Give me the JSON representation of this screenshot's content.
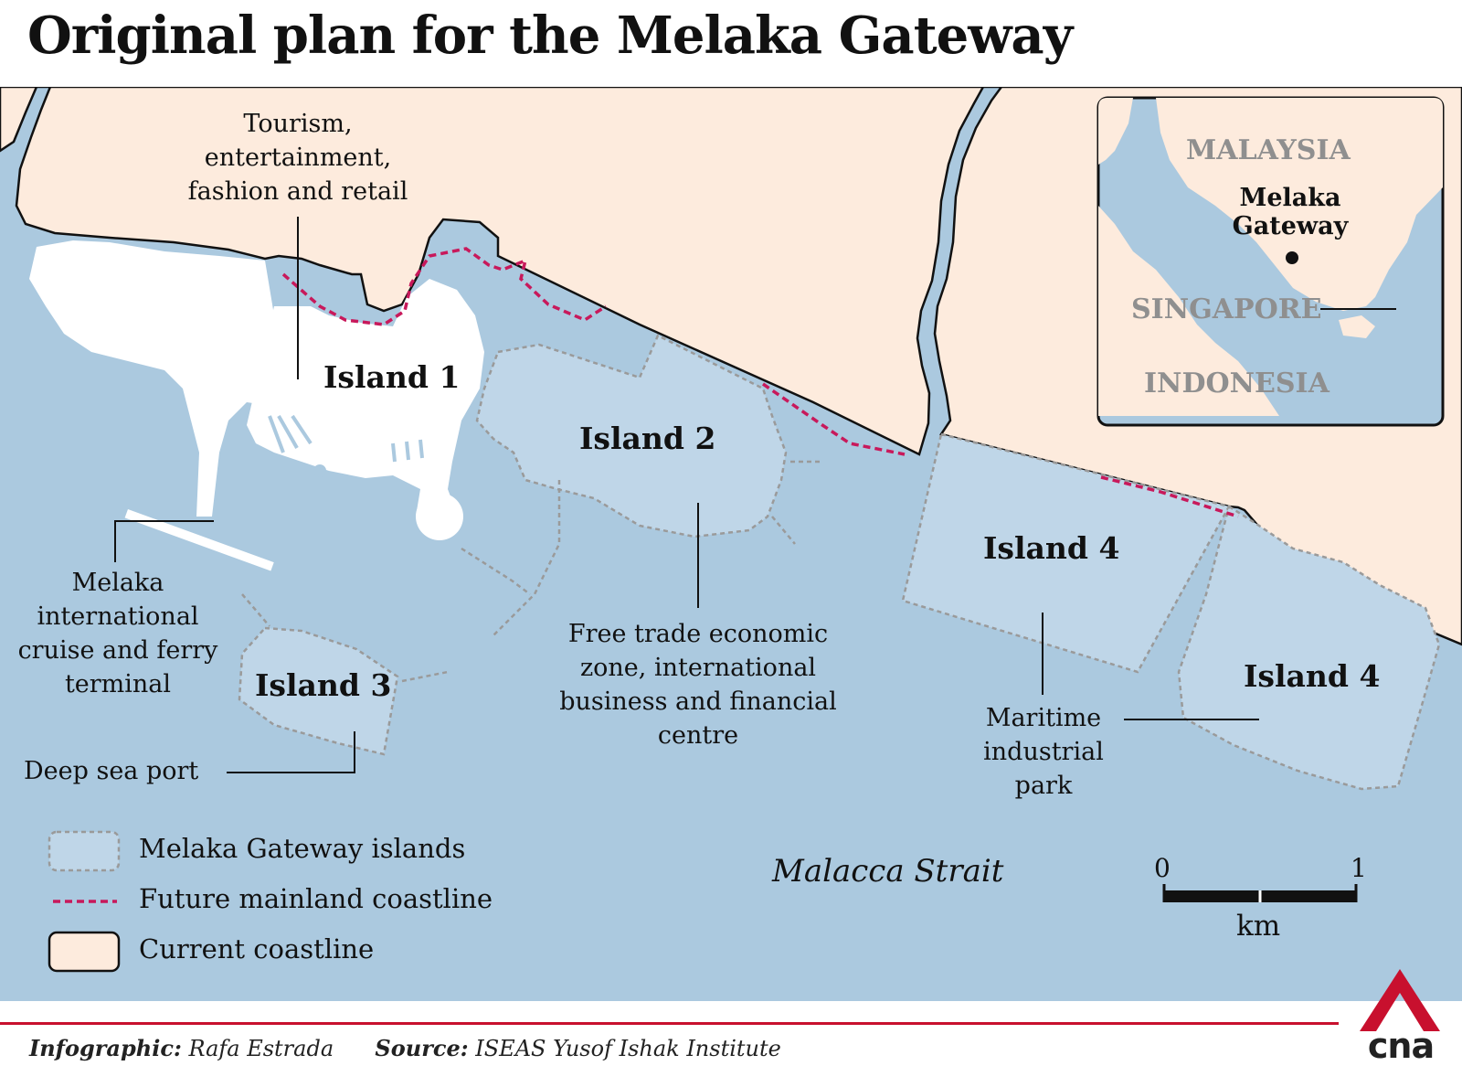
{
  "title": "Original plan for the Melaka Gateway",
  "colors": {
    "sea": "#abc9df",
    "land": "#fdebdd",
    "island_fill": "#bfd6e8",
    "island_outline": "#9a9a9a",
    "future_coastline": "#c8195b",
    "built": "#ffffff",
    "divider": "#c8102e"
  },
  "map": {
    "descriptions": {
      "island1": "Tourism, entertainment, fashion and retail",
      "island2": "Free trade economic zone, international business and financial centre",
      "island3_cruise": "Melaka international cruise and ferry terminal",
      "island3_port": "Deep sea port",
      "island4": "Maritime industrial park"
    },
    "islands": {
      "island1": "Island 1",
      "island2": "Island 2",
      "island3": "Island 3",
      "island4_west": "Island 4",
      "island4_east": "Island 4"
    },
    "sea_label": "Malacca Strait"
  },
  "inset": {
    "countries": [
      "MALAYSIA",
      "SINGAPORE",
      "INDONESIA"
    ],
    "marker_label": "Melaka Gateway"
  },
  "legend": [
    {
      "swatch": "dotted-box",
      "label": "Melaka Gateway islands"
    },
    {
      "swatch": "dashed-line",
      "label": "Future mainland coastline"
    },
    {
      "swatch": "land-box",
      "label": "Current coastline"
    }
  ],
  "scale": {
    "start": "0",
    "end": "1",
    "unit": "km"
  },
  "footer": {
    "infographic_label": "Infographic:",
    "infographic_value": "Rafa Estrada",
    "source_label": "Source:",
    "source_value": "ISEAS Yusof Ishak Institute"
  },
  "logo_text": "cna"
}
